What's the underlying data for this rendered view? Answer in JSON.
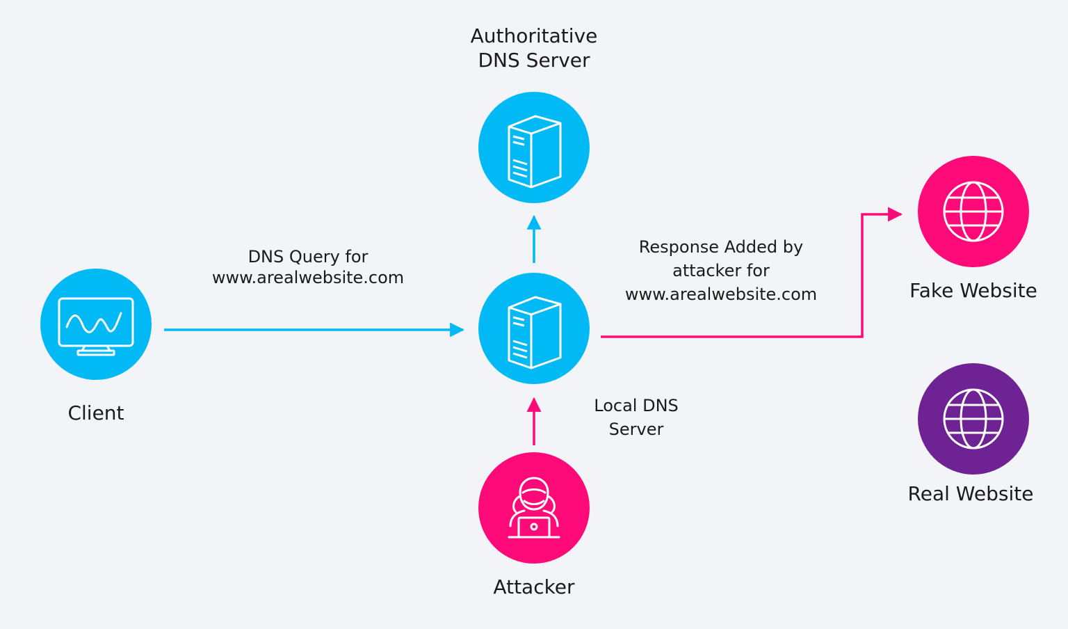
{
  "colors": {
    "background": "#f2f4f7",
    "dns_blue": "#00b9f5",
    "attacker_pink": "#ff0a78",
    "real_purple": "#6e2294",
    "icon_white": "#ffffff"
  },
  "nodes": {
    "authoritative_dns": {
      "label_lines": [
        "Authoritative",
        "DNS Server"
      ],
      "icon": "server-icon"
    },
    "local_dns": {
      "label_lines": [
        "Local DNS",
        "Server"
      ],
      "icon": "server-icon"
    },
    "client": {
      "label": "Client",
      "icon": "monitor-icon"
    },
    "attacker": {
      "label": "Attacker",
      "icon": "hacker-icon"
    },
    "fake_website": {
      "label": "Fake Website",
      "icon": "globe-icon"
    },
    "real_website": {
      "label": "Real Website",
      "icon": "globe-icon"
    }
  },
  "edges": {
    "dns_query": {
      "label_lines": [
        "DNS Query for",
        "www.arealwebsite.com"
      ]
    },
    "malicious_response": {
      "label_lines": [
        "Response Added by",
        "attacker for",
        "www.arealwebsite.com"
      ]
    }
  }
}
